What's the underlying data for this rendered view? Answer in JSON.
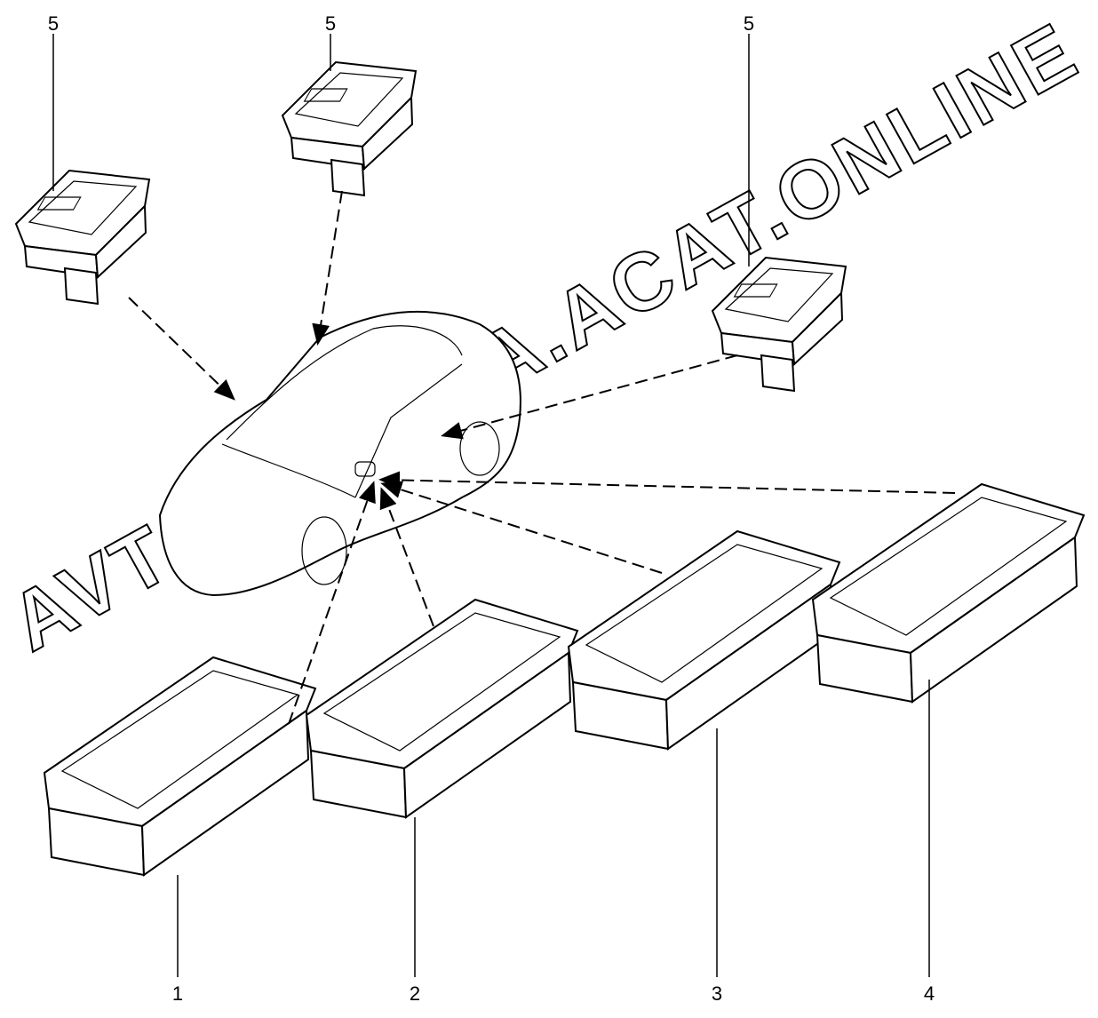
{
  "diagram": {
    "callouts": {
      "switch_rear_left": "5",
      "switch_rear_center": "5",
      "switch_rear_right": "5",
      "switch_1": "1",
      "switch_2": "2",
      "switch_3": "3",
      "switch_4": "4"
    },
    "watermark": "AVTOSKAZKA.ACAT.ONLINE"
  }
}
